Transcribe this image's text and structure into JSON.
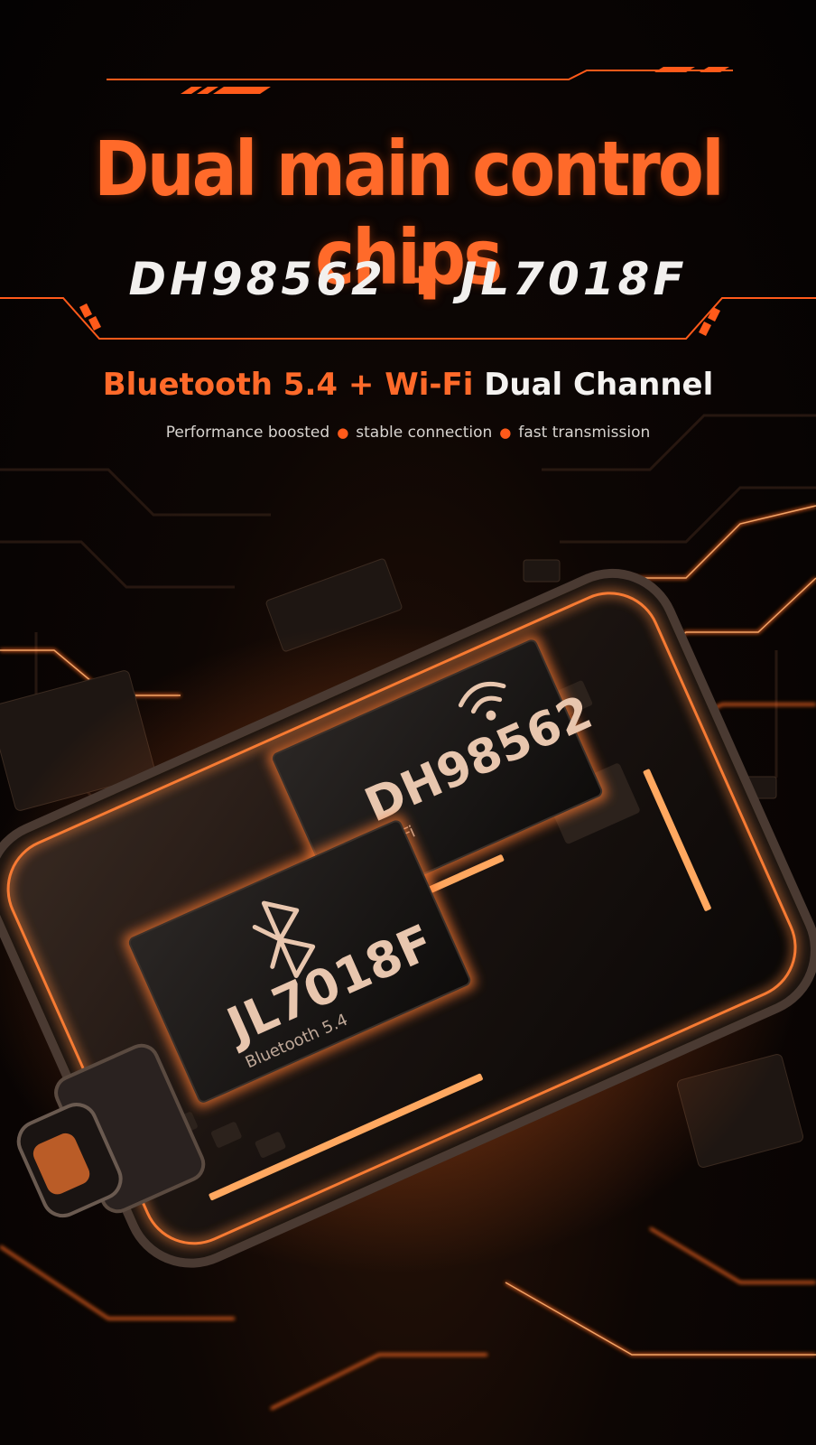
{
  "headline": "Dual main control chips",
  "subheadline": {
    "left": "DH98562",
    "plus": "+",
    "right": "JL7018F"
  },
  "tagline": {
    "accent": "Bluetooth 5.4 + Wi-Fi",
    "light": "Dual Channel"
  },
  "features": [
    "Performance boosted",
    "stable connection",
    "fast transmission"
  ],
  "chips": {
    "wifi": {
      "name": "DH98562",
      "sub": "WiFi",
      "icon": "wifi-icon"
    },
    "bluetooth": {
      "name": "JL7018F",
      "sub": "Bluetooth 5.4",
      "icon": "bluetooth-icon"
    }
  },
  "colors": {
    "accent": "#ff6a2a",
    "glow": "#ff5a14",
    "text_light": "#f2f0ee"
  }
}
